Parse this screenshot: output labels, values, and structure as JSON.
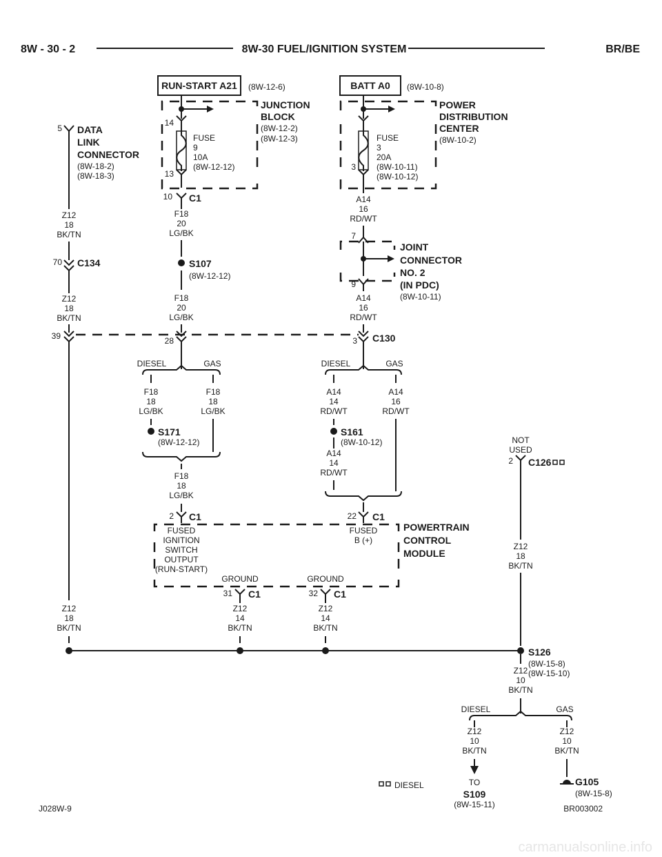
{
  "header": {
    "left": "8W - 30 - 2",
    "title": "8W-30 FUEL/IGNITION SYSTEM",
    "right": "BR/BE"
  },
  "sources": {
    "run_start": {
      "label": "RUN-START A21",
      "ref": "(8W-12-6)"
    },
    "batt": {
      "label": "BATT A0",
      "ref": "(8W-10-8)"
    }
  },
  "junction_block": {
    "name1": "JUNCTION",
    "name2": "BLOCK",
    "ref1": "(8W-12-2)",
    "ref2": "(8W-12-3)",
    "pin_in": "14",
    "pin_out": "13",
    "fuse": {
      "l1": "FUSE",
      "l2": "9",
      "l3": "10A",
      "l4": "(8W-12-12)"
    },
    "c_pin": "10",
    "c_name": "C1"
  },
  "pdc": {
    "name1": "POWER",
    "name2": "DISTRIBUTION",
    "name3": "CENTER",
    "ref": "(8W-10-2)",
    "pin": "3",
    "fuse": {
      "l1": "FUSE",
      "l2": "3",
      "l3": "20A",
      "l4": "(8W-10-11)",
      "l5": "(8W-10-12)"
    }
  },
  "dlc": {
    "pin": "5",
    "name1": "DATA",
    "name2": "LINK",
    "name3": "CONNECTOR",
    "ref1": "(8W-18-2)",
    "ref2": "(8W-18-3)"
  },
  "w_z12_a": {
    "code": "Z12",
    "gauge": "18",
    "color": "BK/TN"
  },
  "c134": {
    "pin": "70",
    "name": "C134"
  },
  "w_z12_b": {
    "code": "Z12",
    "gauge": "18",
    "color": "BK/TN"
  },
  "w_f18_a": {
    "code": "F18",
    "gauge": "20",
    "color": "LG/BK"
  },
  "s107": {
    "name": "S107",
    "ref": "(8W-12-12)"
  },
  "w_f18_b": {
    "code": "F18",
    "gauge": "20",
    "color": "LG/BK"
  },
  "w_a14_a": {
    "code": "A14",
    "gauge": "16",
    "color": "RD/WT"
  },
  "joint_conn": {
    "pin_in": "7",
    "pin_out": "9",
    "name1": "JOINT",
    "name2": "CONNECTOR",
    "name3": "NO. 2",
    "name4": "(IN PDC)",
    "ref": "(8W-10-11)"
  },
  "w_a14_b": {
    "code": "A14",
    "gauge": "16",
    "color": "RD/WT"
  },
  "c130": {
    "pin_left": "39",
    "pin_mid": "28",
    "pin_right": "3",
    "name": "C130"
  },
  "split_left": {
    "diesel": "DIESEL",
    "gas": "GAS"
  },
  "split_right": {
    "diesel": "DIESEL",
    "gas": "GAS"
  },
  "w_f18_diesel": {
    "code": "F18",
    "gauge": "18",
    "color": "LG/BK"
  },
  "w_f18_gas": {
    "code": "F18",
    "gauge": "18",
    "color": "LG/BK"
  },
  "w_a14_diesel": {
    "code": "A14",
    "gauge": "14",
    "color": "RD/WT"
  },
  "w_a14_gas": {
    "code": "A14",
    "gauge": "16",
    "color": "RD/WT"
  },
  "s171": {
    "name": "S171",
    "ref": "(8W-12-12)"
  },
  "s161": {
    "name": "S161",
    "ref": "(8W-10-12)"
  },
  "w_a14_c": {
    "code": "A14",
    "gauge": "14",
    "color": "RD/WT"
  },
  "w_f18_c": {
    "code": "F18",
    "gauge": "18",
    "color": "LG/BK"
  },
  "c126": {
    "note1": "NOT",
    "note2": "USED",
    "pin": "2",
    "name": "C126"
  },
  "pcm": {
    "name1": "POWERTRAIN",
    "name2": "CONTROL",
    "name3": "MODULE",
    "pin_ign": "2",
    "c_ign": "C1",
    "ign_l1": "FUSED",
    "ign_l2": "IGNITION",
    "ign_l3": "SWITCH",
    "ign_l4": "OUTPUT",
    "ign_l5": "(RUN-START)",
    "pin_b": "22",
    "c_b": "C1",
    "b_l1": "FUSED",
    "b_l2": "B (+)",
    "gnd1_label": "GROUND",
    "gnd1_pin": "31",
    "gnd1_c": "C1",
    "gnd2_label": "GROUND",
    "gnd2_pin": "32",
    "gnd2_c": "C1"
  },
  "w_z12_c126": {
    "code": "Z12",
    "gauge": "18",
    "color": "BK/TN"
  },
  "w_z12_left": {
    "code": "Z12",
    "gauge": "18",
    "color": "BK/TN"
  },
  "w_z12_g1": {
    "code": "Z12",
    "gauge": "14",
    "color": "BK/TN"
  },
  "w_z12_g2": {
    "code": "Z12",
    "gauge": "14",
    "color": "BK/TN"
  },
  "s126": {
    "name": "S126",
    "ref1": "(8W-15-8)",
    "ref2": "(8W-15-10)"
  },
  "w_z12_s126": {
    "code": "Z12",
    "gauge": "10",
    "color": "BK/TN"
  },
  "split_bottom": {
    "diesel": "DIESEL",
    "gas": "GAS"
  },
  "w_z12_diesel": {
    "code": "Z12",
    "gauge": "10",
    "color": "BK/TN"
  },
  "w_z12_gas": {
    "code": "Z12",
    "gauge": "10",
    "color": "BK/TN"
  },
  "to_s109": {
    "to": "TO",
    "name": "S109",
    "ref": "(8W-15-11)"
  },
  "g105": {
    "name": "G105",
    "ref": "(8W-15-8)"
  },
  "legend": {
    "diesel": "DIESEL"
  },
  "footer": {
    "left": "J028W-9",
    "right": "BR003002"
  },
  "watermark": "carmanualsonline.info"
}
